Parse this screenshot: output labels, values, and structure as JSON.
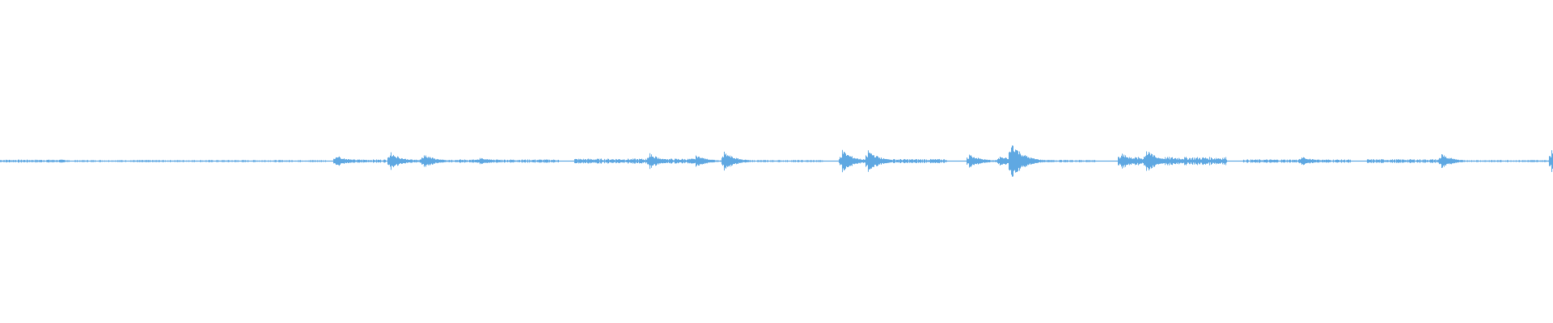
{
  "waveform": {
    "color": "#5fa8e2",
    "background": "#ffffff",
    "segments": [
      {
        "start": 0.0,
        "end": 0.045,
        "amp": 0.07
      },
      {
        "start": 0.048,
        "end": 0.21,
        "amp": 0.05
      },
      {
        "start": 0.215,
        "end": 0.36,
        "amp": 0.08
      },
      {
        "start": 0.37,
        "end": 0.455,
        "amp": 0.12
      },
      {
        "start": 0.47,
        "end": 0.53,
        "amp": 0.05
      },
      {
        "start": 0.54,
        "end": 0.61,
        "amp": 0.1
      },
      {
        "start": 0.625,
        "end": 0.705,
        "amp": 0.06
      },
      {
        "start": 0.72,
        "end": 0.79,
        "amp": 0.2
      },
      {
        "start": 0.8,
        "end": 0.87,
        "amp": 0.08
      },
      {
        "start": 0.88,
        "end": 0.935,
        "amp": 0.09
      },
      {
        "start": 0.945,
        "end": 1.0,
        "amp": 0.05
      }
    ],
    "bursts": [
      {
        "pos": 0.216,
        "amp": 0.3
      },
      {
        "pos": 0.251,
        "amp": 0.45
      },
      {
        "pos": 0.273,
        "amp": 0.35
      },
      {
        "pos": 0.309,
        "amp": 0.18
      },
      {
        "pos": 0.418,
        "amp": 0.38
      },
      {
        "pos": 0.448,
        "amp": 0.3
      },
      {
        "pos": 0.466,
        "amp": 0.45
      },
      {
        "pos": 0.542,
        "amp": 0.55
      },
      {
        "pos": 0.559,
        "amp": 0.55
      },
      {
        "pos": 0.624,
        "amp": 0.35
      },
      {
        "pos": 0.644,
        "amp": 0.3
      },
      {
        "pos": 0.651,
        "amp": 1.0
      },
      {
        "pos": 0.722,
        "amp": 0.4
      },
      {
        "pos": 0.738,
        "amp": 0.55
      },
      {
        "pos": 0.838,
        "amp": 0.25
      },
      {
        "pos": 0.928,
        "amp": 0.35
      },
      {
        "pos": 0.999,
        "amp": 0.55
      }
    ]
  }
}
